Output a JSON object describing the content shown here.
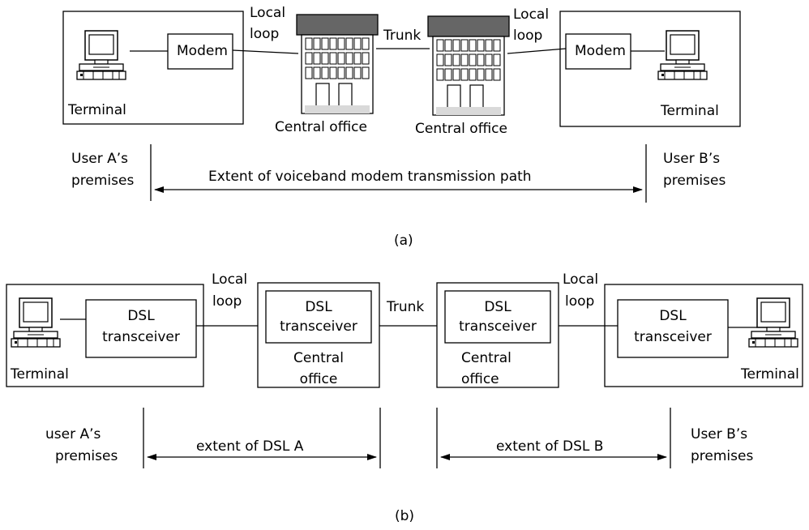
{
  "diagram_a": {
    "terminal_left": "Terminal",
    "terminal_right": "Terminal",
    "modem_left": "Modem",
    "modem_right": "Modem",
    "local_loop_left_1": "Local",
    "local_loop_left_2": "loop",
    "local_loop_right_1": "Local",
    "local_loop_right_2": "loop",
    "trunk": "Trunk",
    "central_office_left": "Central office",
    "central_office_right": "Central office",
    "user_a_1": "User A’s",
    "user_a_2": "premises",
    "user_b_1": "User B’s",
    "user_b_2": "premises",
    "extent": "Extent of voiceband modem transmission path",
    "caption": "(a)"
  },
  "diagram_b": {
    "terminal_left": "Terminal",
    "terminal_right": "Terminal",
    "dsl_1_1": "DSL",
    "dsl_1_2": "transceiver",
    "dsl_2_1": "DSL",
    "dsl_2_2": "transceiver",
    "dsl_3_1": "DSL",
    "dsl_3_2": "transceiver",
    "dsl_4_1": "DSL",
    "dsl_4_2": "transceiver",
    "co_left_1": "Central",
    "co_left_2": "office",
    "co_right_1": "Central",
    "co_right_2": "office",
    "local_loop_left_1": "Local",
    "local_loop_left_2": "loop",
    "local_loop_right_1": "Local",
    "local_loop_right_2": "loop",
    "trunk": "Trunk",
    "user_a_1": "user A’s",
    "user_a_2": "premises",
    "user_b_1": "User B’s",
    "user_b_2": "premises",
    "extent_a": "extent of DSL A",
    "extent_b": "extent of DSL B",
    "caption": "(b)"
  }
}
